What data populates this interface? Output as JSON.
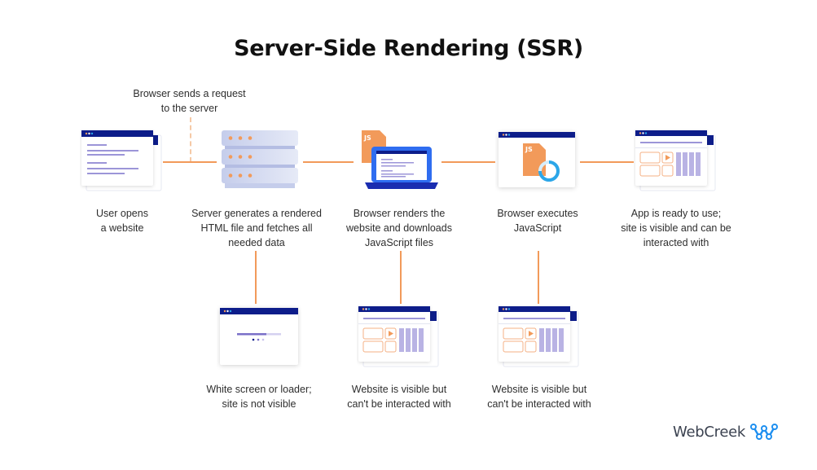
{
  "title": "Server-Side Rendering (SSR)",
  "annotation": "Browser sends a request\nto the server",
  "steps": [
    {
      "id": "user-opens",
      "label": "User opens\na website",
      "icon": "browser-window-text-icon"
    },
    {
      "id": "server-generates",
      "label": "Server generates a rendered\nHTML file and fetches all\nneeded data",
      "icon": "server-icon"
    },
    {
      "id": "browser-renders",
      "label": "Browser renders the\nwebsite and downloads\nJavaScript files",
      "icon": "laptop-js-file-icon",
      "badge": "JS"
    },
    {
      "id": "browser-executes",
      "label": "Browser executes\nJavaScript",
      "icon": "browser-js-loading-icon",
      "badge": "JS"
    },
    {
      "id": "app-ready",
      "label": "App is ready to use;\nsite is visible and can be\ninteracted with",
      "icon": "browser-app-layout-icon"
    }
  ],
  "substates": [
    {
      "id": "white-screen",
      "label": "White screen or loader;\nsite is not visible",
      "icon": "browser-loader-icon"
    },
    {
      "id": "visible-not-interactive-1",
      "label": "Website is visible but\ncan't be interacted with",
      "icon": "browser-app-layout-icon"
    },
    {
      "id": "visible-not-interactive-2",
      "label": "Website is visible but\ncan't be interacted with",
      "icon": "browser-app-layout-icon"
    }
  ],
  "brand": {
    "name": "WebCreek",
    "logo": "webcreek-logo-icon"
  },
  "colors": {
    "accent": "#f29a5a",
    "navy": "#0d1d8a",
    "purple": "#9c95d8",
    "blue": "#2f6df0",
    "cyan": "#2ba6e8"
  }
}
